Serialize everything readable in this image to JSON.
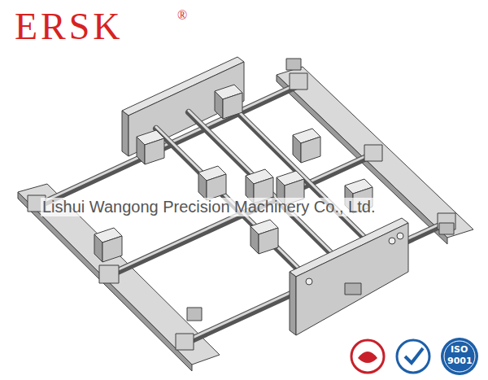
{
  "diagram": {
    "labels": [
      "ERSK",
      "®",
      "Lishui Wangong Precision Machinery Co., Ltd.",
      "ISO",
      "9001"
    ]
  }
}
